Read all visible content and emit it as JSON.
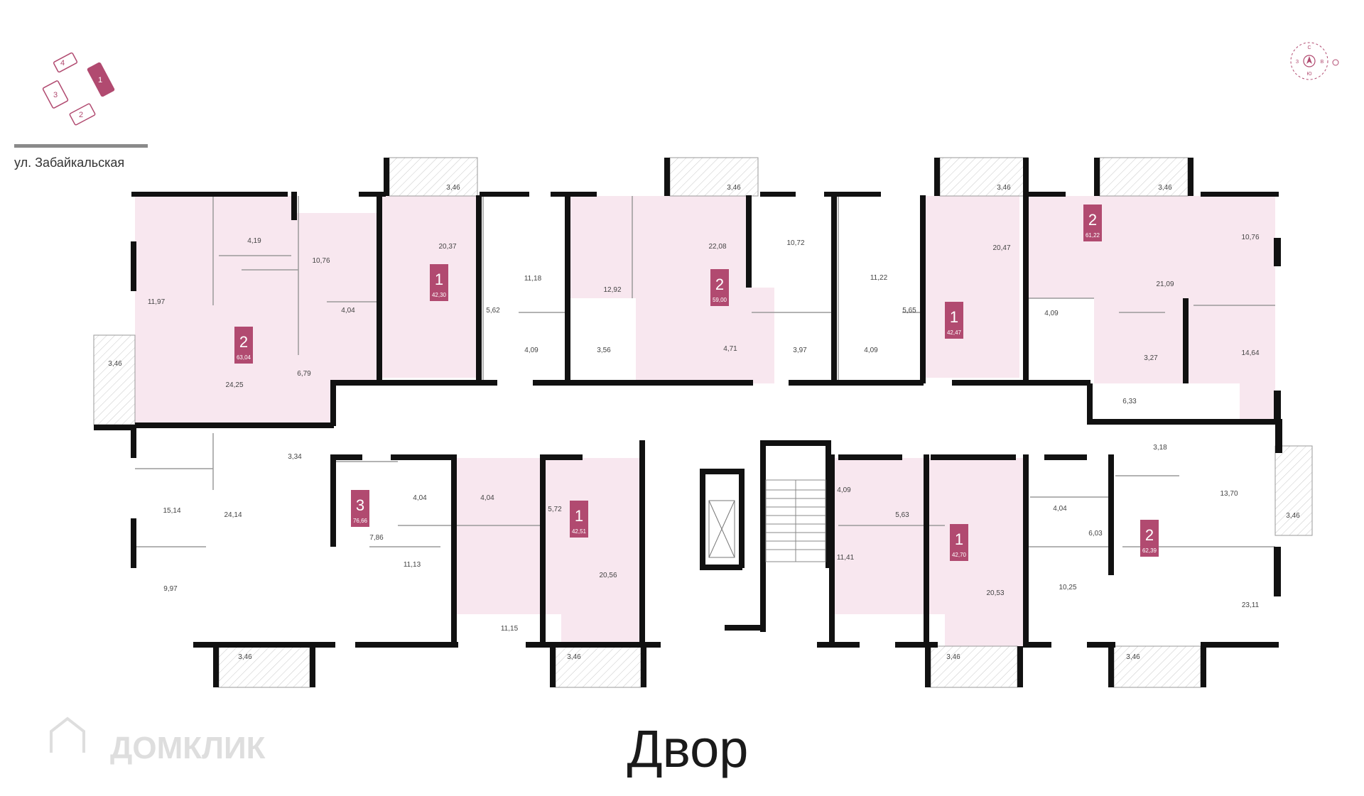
{
  "street": "ул. Забайкальская",
  "yard_label": "Двор",
  "watermark": "ДОМКЛИК",
  "compass": [
    "С",
    "З",
    "В",
    "Ю"
  ],
  "site_plan_sections": [
    "4",
    "1",
    "3",
    "2"
  ],
  "colors": {
    "accent": "#b14a70",
    "highlight_fill": "#f8e7ef",
    "wall": "#111111",
    "room_line": "#9a9a9a"
  },
  "apartments": [
    {
      "id": "a1",
      "rooms": "2",
      "area": "63,04",
      "highlighted": true
    },
    {
      "id": "a2",
      "rooms": "1",
      "area": "42,30",
      "highlighted": true
    },
    {
      "id": "a3",
      "rooms": "2",
      "area": "59,00",
      "highlighted": true
    },
    {
      "id": "a4",
      "rooms": "1",
      "area": "42,47",
      "highlighted": true
    },
    {
      "id": "a5",
      "rooms": "2",
      "area": "61,22",
      "highlighted": true
    },
    {
      "id": "a6",
      "rooms": "3",
      "area": "76,66",
      "highlighted": false
    },
    {
      "id": "a7",
      "rooms": "1",
      "area": "42,51",
      "highlighted": true
    },
    {
      "id": "a8",
      "rooms": "1",
      "area": "42,70",
      "highlighted": true
    },
    {
      "id": "a9",
      "rooms": "2",
      "area": "62,39",
      "highlighted": false
    }
  ],
  "room_areas": [
    "3,46",
    "3,46",
    "3,46",
    "3,46",
    "3,46",
    "11,97",
    "4,19",
    "10,76",
    "20,37",
    "11,18",
    "12,92",
    "22,08",
    "10,72",
    "11,22",
    "20,47",
    "21,09",
    "10,76",
    "24,25",
    "6,79",
    "4,04",
    "5,62",
    "4,09",
    "3,56",
    "4,71",
    "3,97",
    "4,09",
    "5,65",
    "4,09",
    "3,27",
    "14,64",
    "6,33",
    "3,34",
    "15,14",
    "24,14",
    "7,86",
    "4,04",
    "4,04",
    "5,72",
    "20,56",
    "9,97",
    "11,13",
    "11,15",
    "4,09",
    "5,63",
    "11,41",
    "20,53",
    "4,04",
    "6,03",
    "10,25",
    "3,18",
    "13,70",
    "3,46",
    "23,11",
    "3,46",
    "3,46",
    "3,46",
    "3,46"
  ]
}
